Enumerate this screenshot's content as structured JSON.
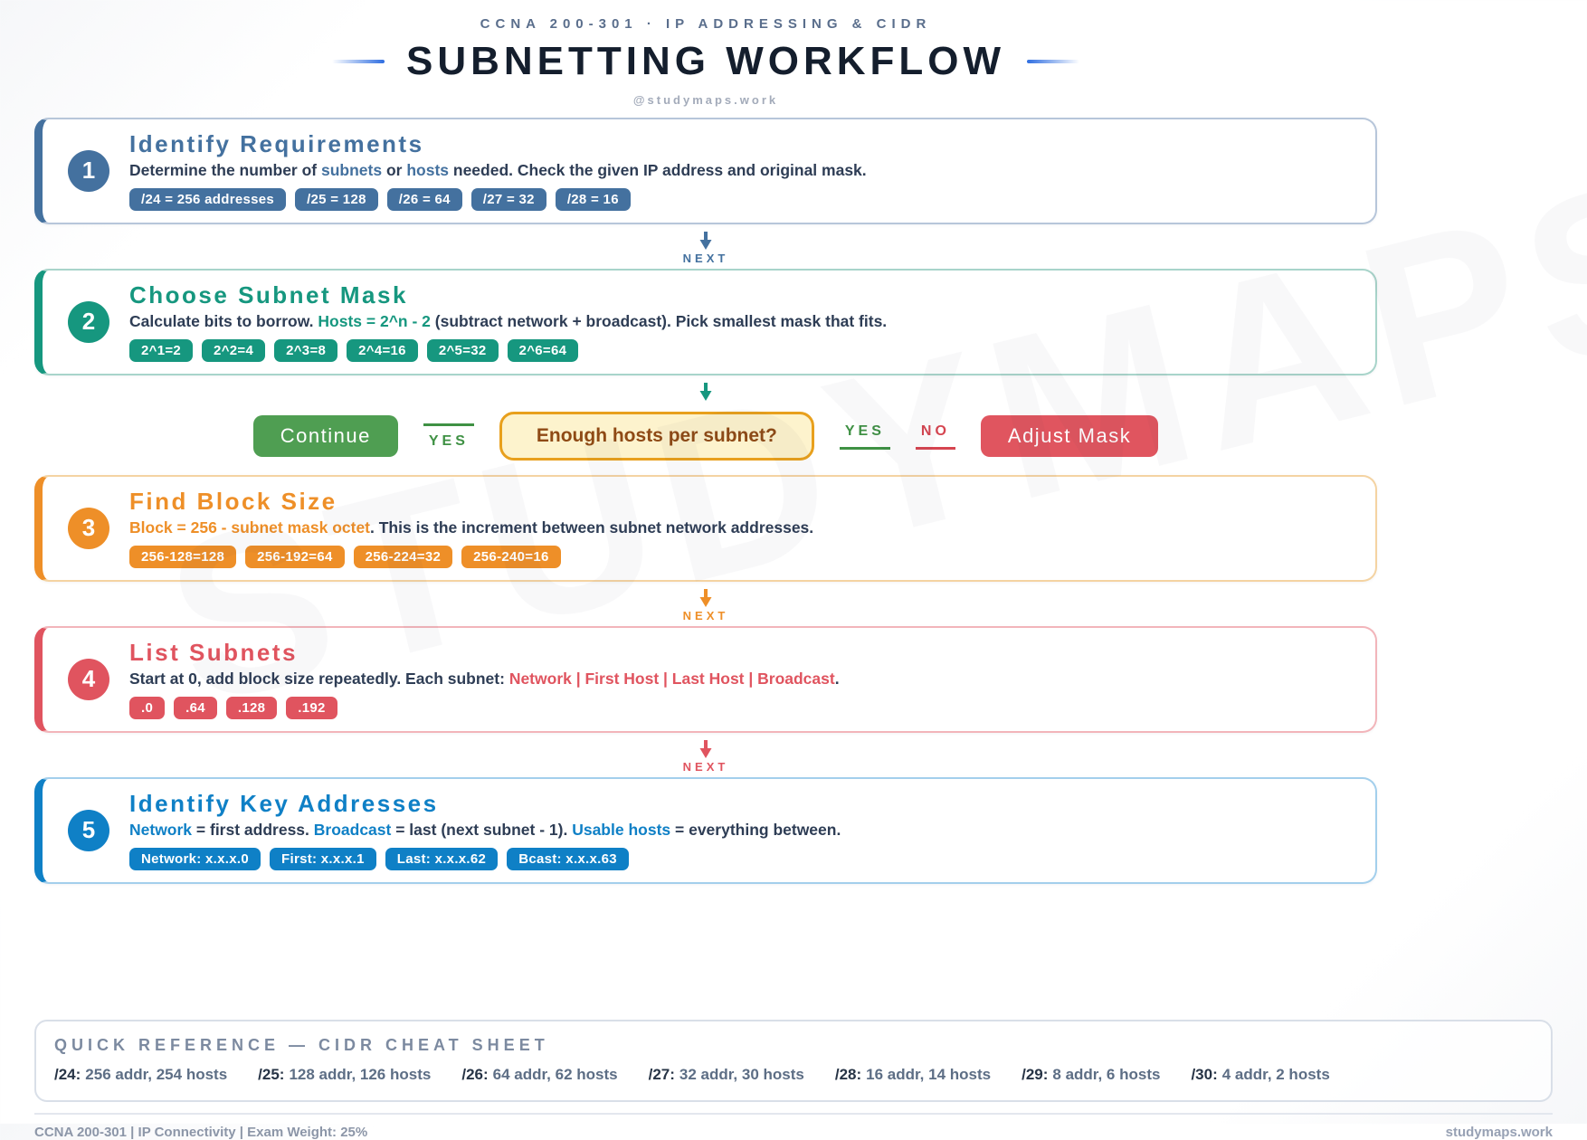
{
  "watermark": "STUDYMAPS",
  "header": {
    "eyebrow": "CCNA 200-301 · IP ADDRESSING & CIDR",
    "title": "SUBNETTING WORKFLOW",
    "handle": "@studymaps.work",
    "accent_line_color": "#2f6ee1"
  },
  "steps": [
    {
      "number": "1",
      "title": "Identify Requirements",
      "accent": "#44719f",
      "border": "#b7c6da",
      "desc": [
        {
          "text": "Determine the number of "
        },
        {
          "text": "subnets"
        },
        {
          "text": " or "
        },
        {
          "text": "hosts"
        },
        {
          "text": " needed. Check the given IP address and original mask."
        }
      ],
      "chips": [
        "/24 = 256 addresses",
        "/25 = 128",
        "/26 = 64",
        "/27 = 32",
        "/28 = 16"
      ]
    },
    {
      "number": "2",
      "title": "Choose Subnet Mask",
      "accent": "#16977f",
      "border": "#a8d4ca",
      "desc": [
        {
          "text": "Calculate bits to borrow. "
        },
        {
          "text": "Hosts = 2^n - 2"
        },
        {
          "text": " (subtract network + broadcast). Pick smallest mask that fits."
        }
      ],
      "chips": [
        "2^1=2",
        "2^2=4",
        "2^3=8",
        "2^4=16",
        "2^5=32",
        "2^6=64"
      ]
    },
    {
      "number": "3",
      "title": "Find Block Size",
      "accent": "#ee8f28",
      "border": "#f4d3a2",
      "desc": [
        {
          "text": "Block = 256 - subnet mask octet"
        },
        {
          "text": ". This is the increment between subnet network addresses."
        }
      ],
      "chips": [
        "256-128=128",
        "256-192=64",
        "256-224=32",
        "256-240=16"
      ]
    },
    {
      "number": "4",
      "title": "List Subnets",
      "accent": "#e0545f",
      "border": "#f2b5ba",
      "desc": [
        {
          "text": "Start at 0, add block size repeatedly. Each subnet: "
        },
        {
          "text": "Network | First Host | Last Host | Broadcast"
        },
        {
          "text": "."
        }
      ],
      "chips": [
        ".0",
        ".64",
        ".128",
        ".192"
      ]
    },
    {
      "number": "5",
      "title": "Identify Key Addresses",
      "accent": "#0f80c6",
      "border": "#a3cfec",
      "desc": [
        {
          "text": "Network"
        },
        {
          "text": " = first address. "
        },
        {
          "text": "Broadcast"
        },
        {
          "text": " = last (next subnet - 1). "
        },
        {
          "text": "Usable hosts"
        },
        {
          "text": " = everything between."
        }
      ],
      "chips": [
        "Network: x.x.x.0",
        "First: x.x.x.1",
        "Last: x.x.x.62",
        "Bcast: x.x.x.63"
      ]
    }
  ],
  "connectors": [
    {
      "label": "NEXT"
    },
    {
      "label": ""
    },
    {
      "label": "NEXT"
    },
    {
      "label": "NEXT"
    }
  ],
  "decision": {
    "continue_label": "Continue",
    "continue_color": "#4f9e52",
    "yes_left": "YES",
    "question": "Enough hosts per subnet?",
    "question_bg": "#fdf3cd",
    "question_border": "#e8a01d",
    "question_text_color": "#8f4a15",
    "yes_right": "YES",
    "no_label": "NO",
    "yes_color": "#3f9144",
    "no_color": "#d64550",
    "adjust_label": "Adjust Mask",
    "adjust_color": "#e0555f"
  },
  "quick_reference": {
    "title": "QUICK REFERENCE — CIDR CHEAT SHEET",
    "entries": [
      {
        "cidr": "/24:",
        "detail": "256 addr, 254 hosts"
      },
      {
        "cidr": "/25:",
        "detail": "128 addr, 126 hosts"
      },
      {
        "cidr": "/26:",
        "detail": "64 addr, 62 hosts"
      },
      {
        "cidr": "/27:",
        "detail": "32 addr, 30 hosts"
      },
      {
        "cidr": "/28:",
        "detail": "16 addr, 14 hosts"
      },
      {
        "cidr": "/29:",
        "detail": "8 addr, 6 hosts"
      },
      {
        "cidr": "/30:",
        "detail": "4 addr, 2 hosts"
      }
    ]
  },
  "footer": {
    "left": "CCNA 200-301 | IP Connectivity | Exam Weight: 25%",
    "right": "studymaps.work"
  }
}
